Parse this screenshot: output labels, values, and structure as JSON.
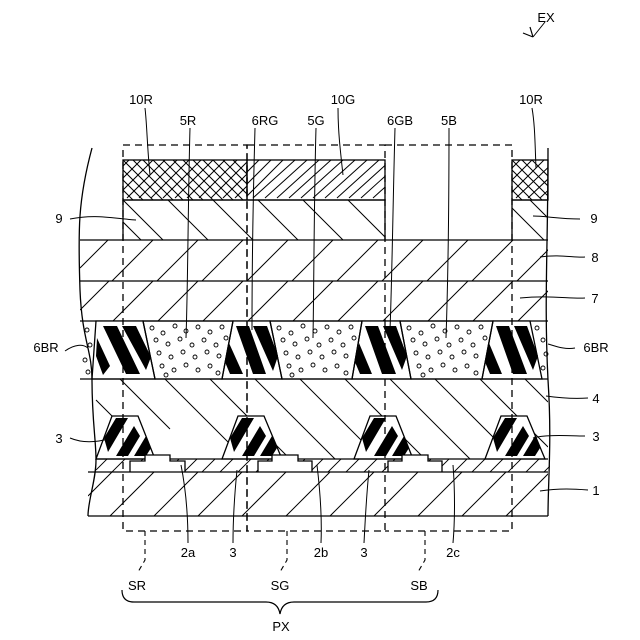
{
  "figure": {
    "id": "EX",
    "layers": {
      "color_filter_red": "10R",
      "color_filter_green": "10G",
      "layer_9": "9",
      "layer_8": "8",
      "layer_7": "7",
      "layer_4": "4",
      "substrate": "1"
    },
    "structures": {
      "phosphor_red": "5R",
      "phosphor_green": "5G",
      "phosphor_blue": "5B",
      "bank_rg": "6RG",
      "bank_gb": "6GB",
      "bank_br": "6BR",
      "partition": "3"
    },
    "elements": {
      "led_a": "2a",
      "led_b": "2b",
      "led_c": "2c"
    },
    "subpixels": {
      "red": "SR",
      "green": "SG",
      "blue": "SB"
    },
    "pixel": "PX"
  },
  "colors": {
    "line": "#000000",
    "background": "#ffffff"
  }
}
